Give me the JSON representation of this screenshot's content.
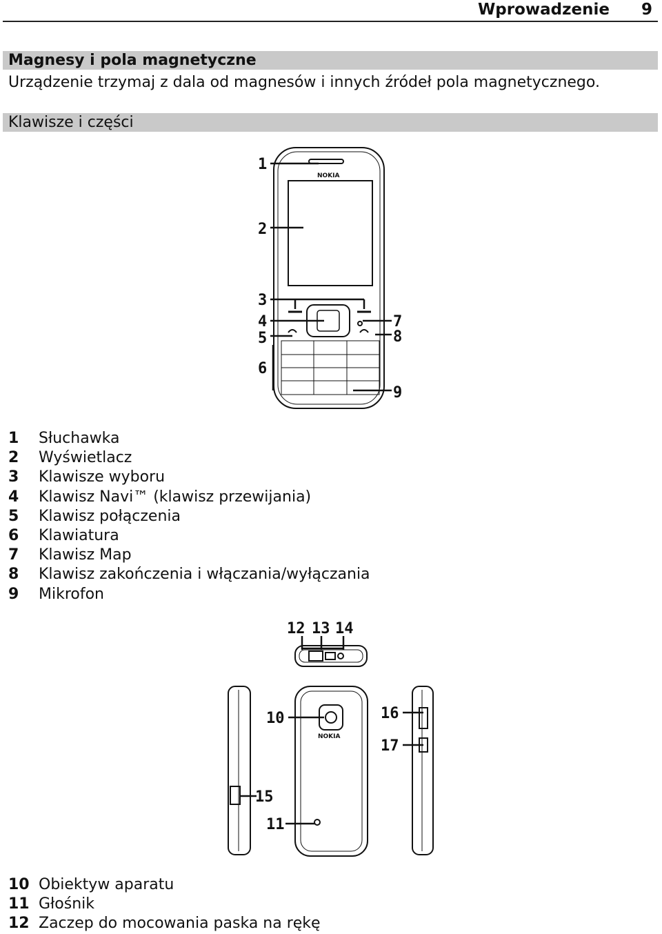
{
  "header": {
    "title": "Wprowadzenie",
    "page": "9"
  },
  "section1": {
    "heading": "Magnesy i pola magnetyczne",
    "text": "Urządzenie trzymaj z dala od magnesów i innych źródeł pola magnetycznego."
  },
  "section2": {
    "heading": "Klawisze i części"
  },
  "figure": {
    "brand": "NOKIA",
    "front_callouts": [
      "1",
      "2",
      "3",
      "4",
      "5",
      "6",
      "7",
      "8",
      "9"
    ],
    "top_callouts": [
      "12",
      "13",
      "14"
    ],
    "back_callouts": [
      "10",
      "11",
      "15",
      "16",
      "17"
    ]
  },
  "legend1": [
    {
      "num": "1",
      "label": "Słuchawka"
    },
    {
      "num": "2",
      "label": "Wyświetlacz"
    },
    {
      "num": "3",
      "label": "Klawisze wyboru"
    },
    {
      "num": "4",
      "label": "Klawisz Navi™ (klawisz przewijania)"
    },
    {
      "num": "5",
      "label": "Klawisz połączenia"
    },
    {
      "num": "6",
      "label": "Klawiatura"
    },
    {
      "num": "7",
      "label": "Klawisz Map"
    },
    {
      "num": "8",
      "label": "Klawisz zakończenia i włączania/wyłączania"
    },
    {
      "num": "9",
      "label": "Mikrofon"
    }
  ],
  "legend2": [
    {
      "num": "10",
      "label": "Obiektyw aparatu"
    },
    {
      "num": "11",
      "label": "Głośnik"
    },
    {
      "num": "12",
      "label": "Zaczep do mocowania paska na rękę"
    }
  ]
}
